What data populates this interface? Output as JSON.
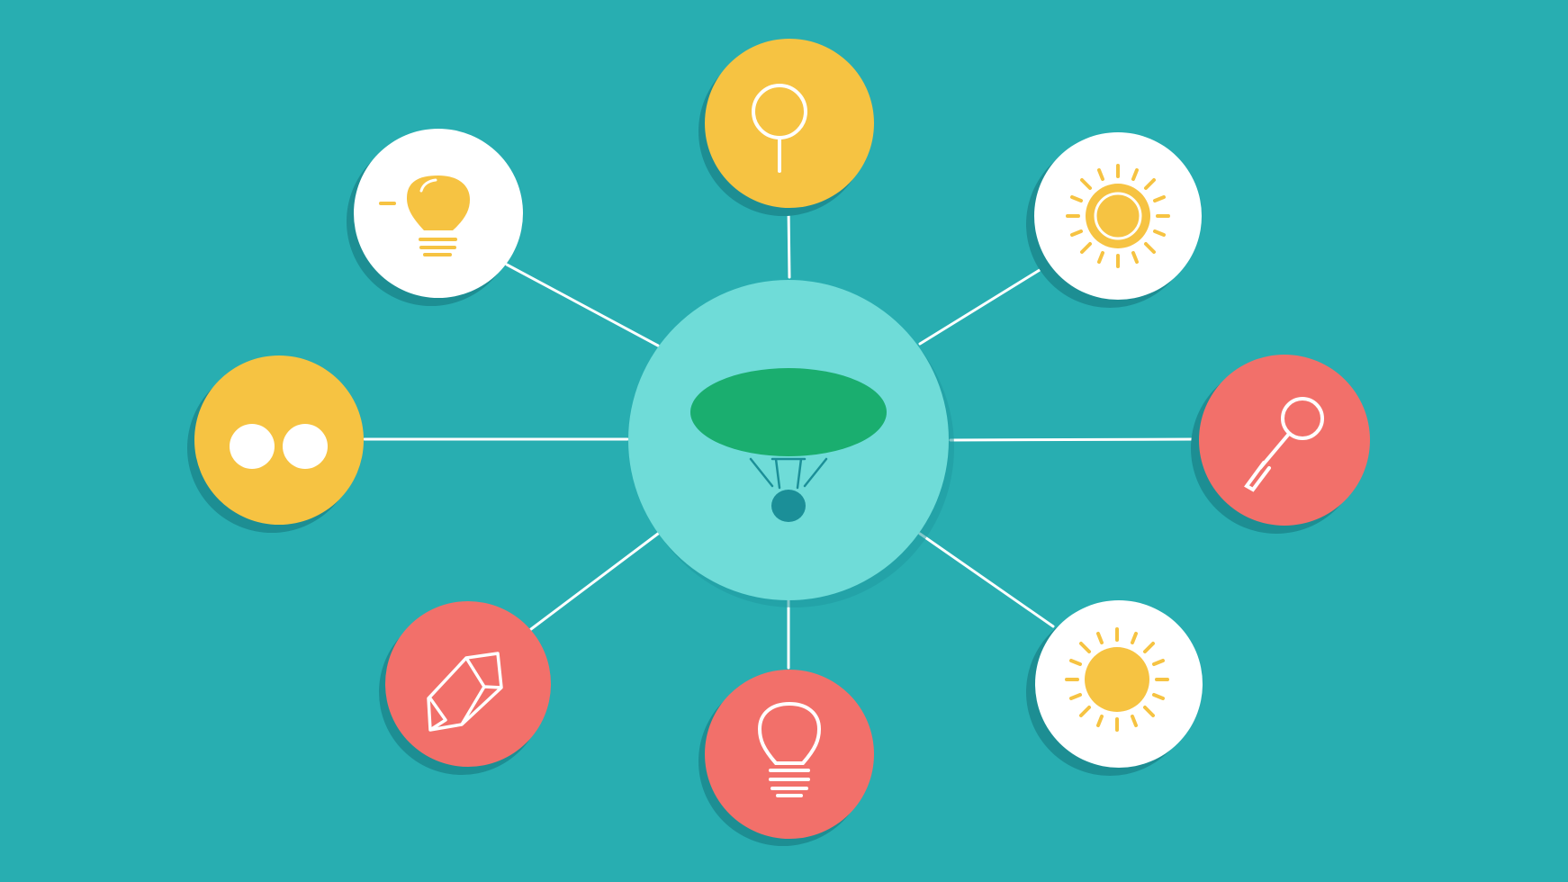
{
  "colors": {
    "background": "#28aeb1",
    "hub_fill": "#6fdcd8",
    "hub_shadow": "#1f9aa0",
    "connector": "#ffffff",
    "yellow": "#f6c342",
    "white": "#ffffff",
    "coral": "#f2706a",
    "node_shadow": "#1d8e93",
    "green": "#1aae6f",
    "teal_dark": "#1b8f98"
  },
  "hub": {
    "icon": "hot-air-balloon-icon"
  },
  "nodes": [
    {
      "id": "top",
      "fill": "yellow",
      "icon": "magnifier-icon"
    },
    {
      "id": "top-right",
      "fill": "white",
      "icon": "sun-icon"
    },
    {
      "id": "right",
      "fill": "coral",
      "icon": "key-icon"
    },
    {
      "id": "bottom-right",
      "fill": "white",
      "icon": "sun-icon"
    },
    {
      "id": "bottom",
      "fill": "coral",
      "icon": "lightbulb-icon"
    },
    {
      "id": "bottom-left",
      "fill": "coral",
      "icon": "eraser-icon"
    },
    {
      "id": "left",
      "fill": "yellow",
      "icon": "two-dots-icon"
    },
    {
      "id": "top-left",
      "fill": "white",
      "icon": "lightbulb-icon"
    }
  ]
}
